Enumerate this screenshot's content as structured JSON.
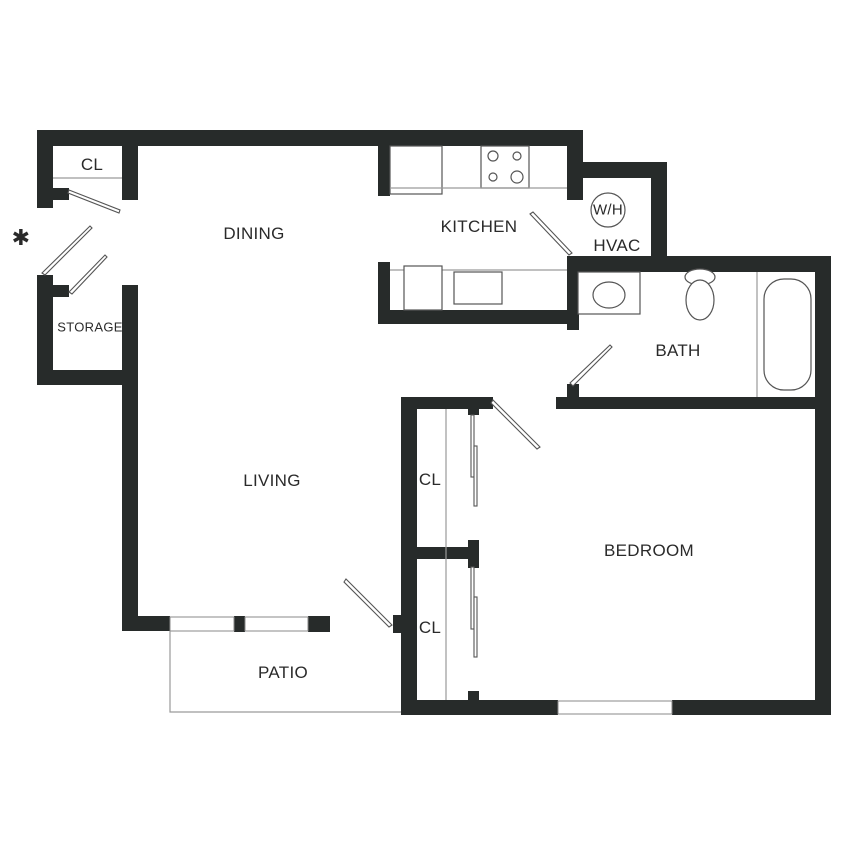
{
  "floorplan": {
    "rooms": {
      "closet_entry": "CL",
      "storage": "STORAGE",
      "dining": "DINING",
      "kitchen": "KITCHEN",
      "water_heater": "W/H",
      "hvac": "HVAC",
      "bath": "BATH",
      "living": "LIVING",
      "closet_upper": "CL",
      "closet_lower": "CL",
      "bedroom": "BEDROOM",
      "patio": "PATIO"
    },
    "entry_marker": "✱",
    "colors": {
      "wall": "#272b2a",
      "background": "#ffffff",
      "text": "#2a2a2a"
    }
  }
}
